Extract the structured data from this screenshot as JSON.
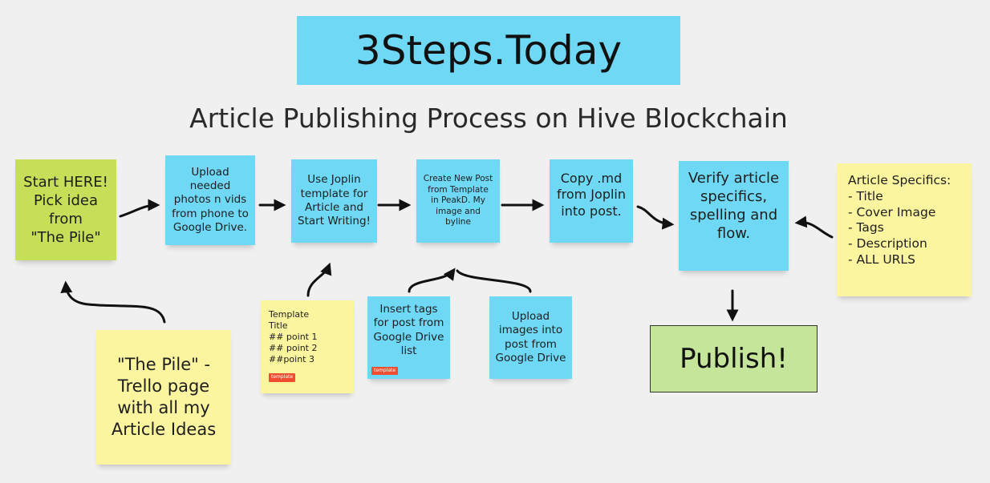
{
  "title": "3Steps.Today",
  "subtitle": "Article Publishing Process on Hive Blockchain",
  "notes": {
    "start": "Start HERE!\nPick idea\nfrom\n\"The Pile\"",
    "upload": "Upload\nneeded\nphotos n vids\nfrom phone to\nGoogle Drive.",
    "joplin": "Use Joplin\ntemplate for\nArticle and\nStart Writing!",
    "peakd": "Create New Post\nfrom Template\nin PeakD. My\nimage and\nbyline",
    "copy": "Copy .md\nfrom Joplin\ninto post.",
    "verify": "Verify article\nspecifics,\nspelling and\nflow.",
    "specifics": "Article Specifics:\n- Title\n- Cover Image\n- Tags\n- Description\n- ALL URLS",
    "pile": "\"The Pile\" -\nTrello page\nwith all my\nArticle Ideas",
    "template": "Template\nTitle\n## point 1\n## point 2\n##point 3",
    "tags": "Insert tags\nfor post from\nGoogle Drive\nlist",
    "images": "Upload\nimages into\npost from\nGoogle Drive",
    "publish": "Publish!"
  },
  "tag_label": "template",
  "colors": {
    "blue": "#6fd8f5",
    "green": "#c5df58",
    "yellow": "#fcf5a0",
    "publish_green": "#c5e59a",
    "tag_red": "#f04c2f"
  }
}
